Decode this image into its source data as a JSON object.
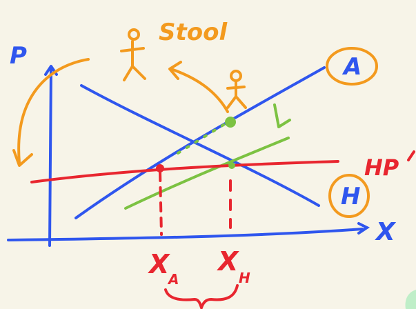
{
  "labels": {
    "p_axis": "P",
    "x_axis": "X",
    "stool": "Stool",
    "curve_a": "A",
    "curve_h": "H",
    "hp": "HP",
    "l_curve": "L",
    "x_a_main": "X",
    "x_a_sub": "A",
    "x_h_main": "X",
    "x_h_sub": "H"
  },
  "colors": {
    "background": "#f7f4e8",
    "blue": "#2f56ee",
    "orange": "#f39a1e",
    "red": "#e8262f",
    "green": "#7cc242",
    "mint": "#bfeec8"
  },
  "icons": [
    "stick-figure-icon",
    "arrow-icon"
  ]
}
